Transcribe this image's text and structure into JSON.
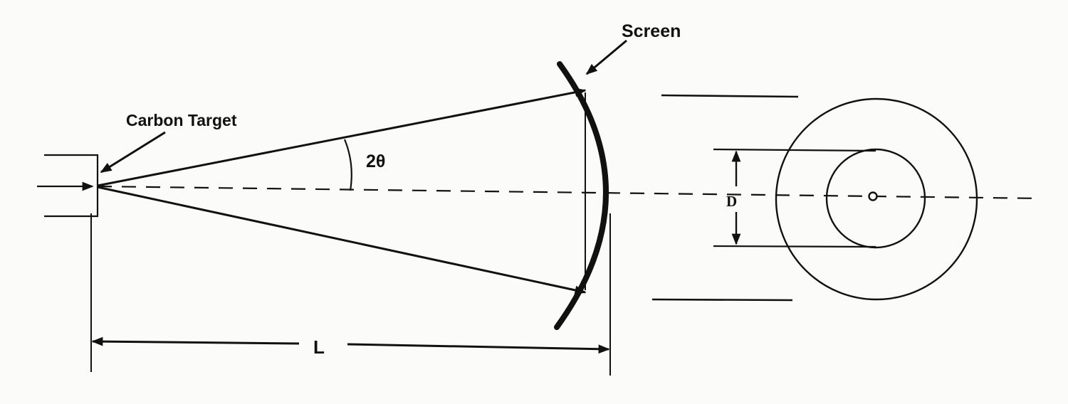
{
  "diagram": {
    "labels": {
      "screen": "Screen",
      "carbon_target": "Carbon Target",
      "angle": "2θ",
      "distance": "L",
      "diameter": "D"
    }
  }
}
